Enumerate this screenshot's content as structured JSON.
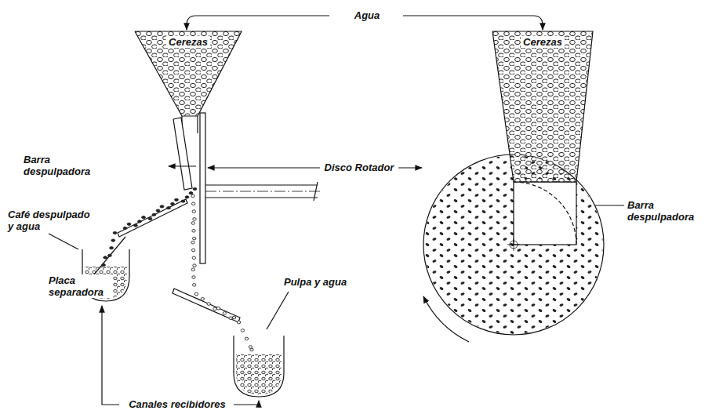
{
  "diagram": {
    "nodes": [
      {
        "text": [
          "Cerezas"
        ]
      },
      {
        "text": [
          "Cerezas"
        ]
      }
    ],
    "labels": [
      "Agua",
      "Barra despulpadora",
      "Disco Rotador",
      "Barra despulpadora",
      "Café despulpado y agua",
      "Placa separadora",
      "Pulpa y agua",
      "Canales recibidores"
    ]
  }
}
